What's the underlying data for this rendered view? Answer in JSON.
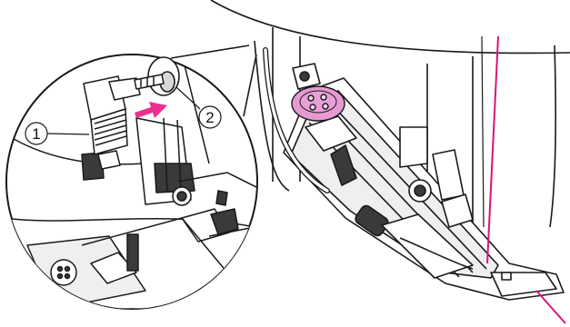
{
  "callouts": [
    {
      "label": "1"
    },
    {
      "label": "2"
    }
  ],
  "colors": {
    "line": "#1a1a1a",
    "button": "#e59ad2",
    "button_hole": "#f6d4ec",
    "arrow": "#ea2f8e",
    "thread": "#d8147a",
    "shade": "#d9d9d9",
    "dark_fill": "#3a3a3a"
  },
  "icons": [
    "sewing-machine-body",
    "buttonhole-presser-foot",
    "button",
    "connector-plug",
    "socket",
    "insert-arrow",
    "thread"
  ]
}
